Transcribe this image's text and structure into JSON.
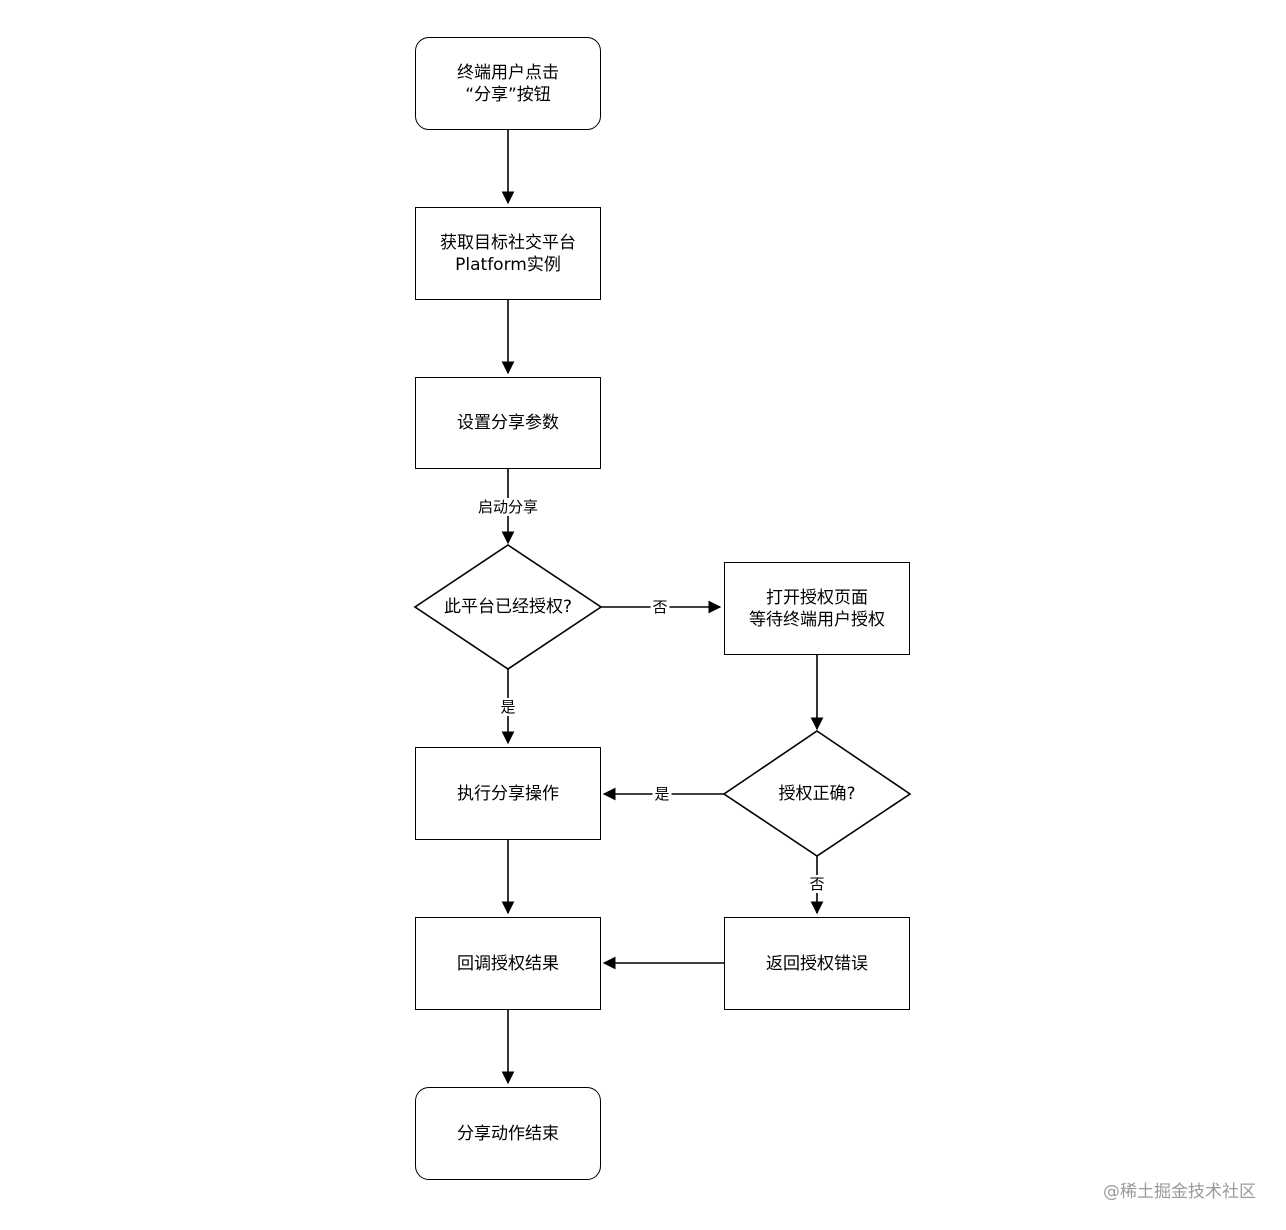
{
  "nodes": {
    "start": "终端用户点击\n“分享”按钮",
    "get_platform": "获取目标社交平台\nPlatform实例",
    "set_params": "设置分享参数",
    "authorized_decision": "此平台已经授权?",
    "open_auth": "打开授权页面\n等待终端用户授权",
    "auth_correct_decision": "授权正确?",
    "execute_share": "执行分享操作",
    "callback_result": "回调授权结果",
    "return_error": "返回授权错误",
    "end": "分享动作结束"
  },
  "edges": {
    "start_share": "启动分享",
    "not_authorized": "否",
    "authorized_yes": "是",
    "auth_correct_yes": "是",
    "auth_correct_no": "否"
  },
  "watermark": "@稀土掘金技术社区"
}
